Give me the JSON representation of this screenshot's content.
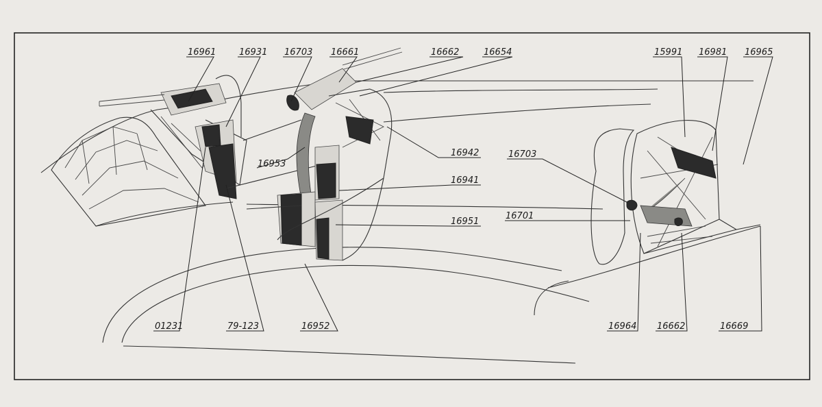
{
  "labels": {
    "top": [
      "16961",
      "16931",
      "16703",
      "16661",
      "16662",
      "16654",
      "15991",
      "16981",
      "16965"
    ],
    "middle": [
      "16942",
      "16953",
      "16941",
      "16951",
      "16703",
      "16701"
    ],
    "bottom": [
      "01231",
      "79-123",
      "16952",
      "16964",
      "16662",
      "16669"
    ]
  },
  "colors": {
    "paper": "#eceae6",
    "ink": "#222222"
  }
}
